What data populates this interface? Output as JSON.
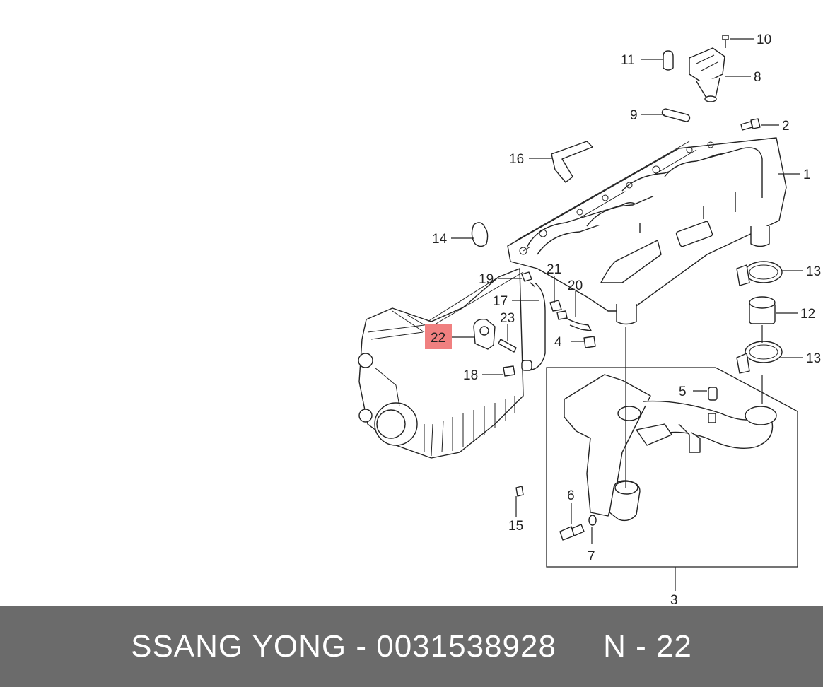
{
  "callouts": {
    "c1": "1",
    "c2": "2",
    "c3": "3",
    "c4": "4",
    "c5": "5",
    "c6": "6",
    "c7": "7",
    "c8": "8",
    "c9": "9",
    "c10": "10",
    "c11": "11",
    "c12": "12",
    "c13a": "13",
    "c13b": "13",
    "c14": "14",
    "c15": "15",
    "c16": "16",
    "c17": "17",
    "c18": "18",
    "c19": "19",
    "c20": "20",
    "c21": "21",
    "c22": "22",
    "c23": "23"
  },
  "highlight": {
    "part": "22",
    "color": "#f08080"
  },
  "footer": {
    "brand_part": "SSANG YONG - 0031538928",
    "diagram_ref": "N - 22",
    "background": "#6b6b6b"
  }
}
